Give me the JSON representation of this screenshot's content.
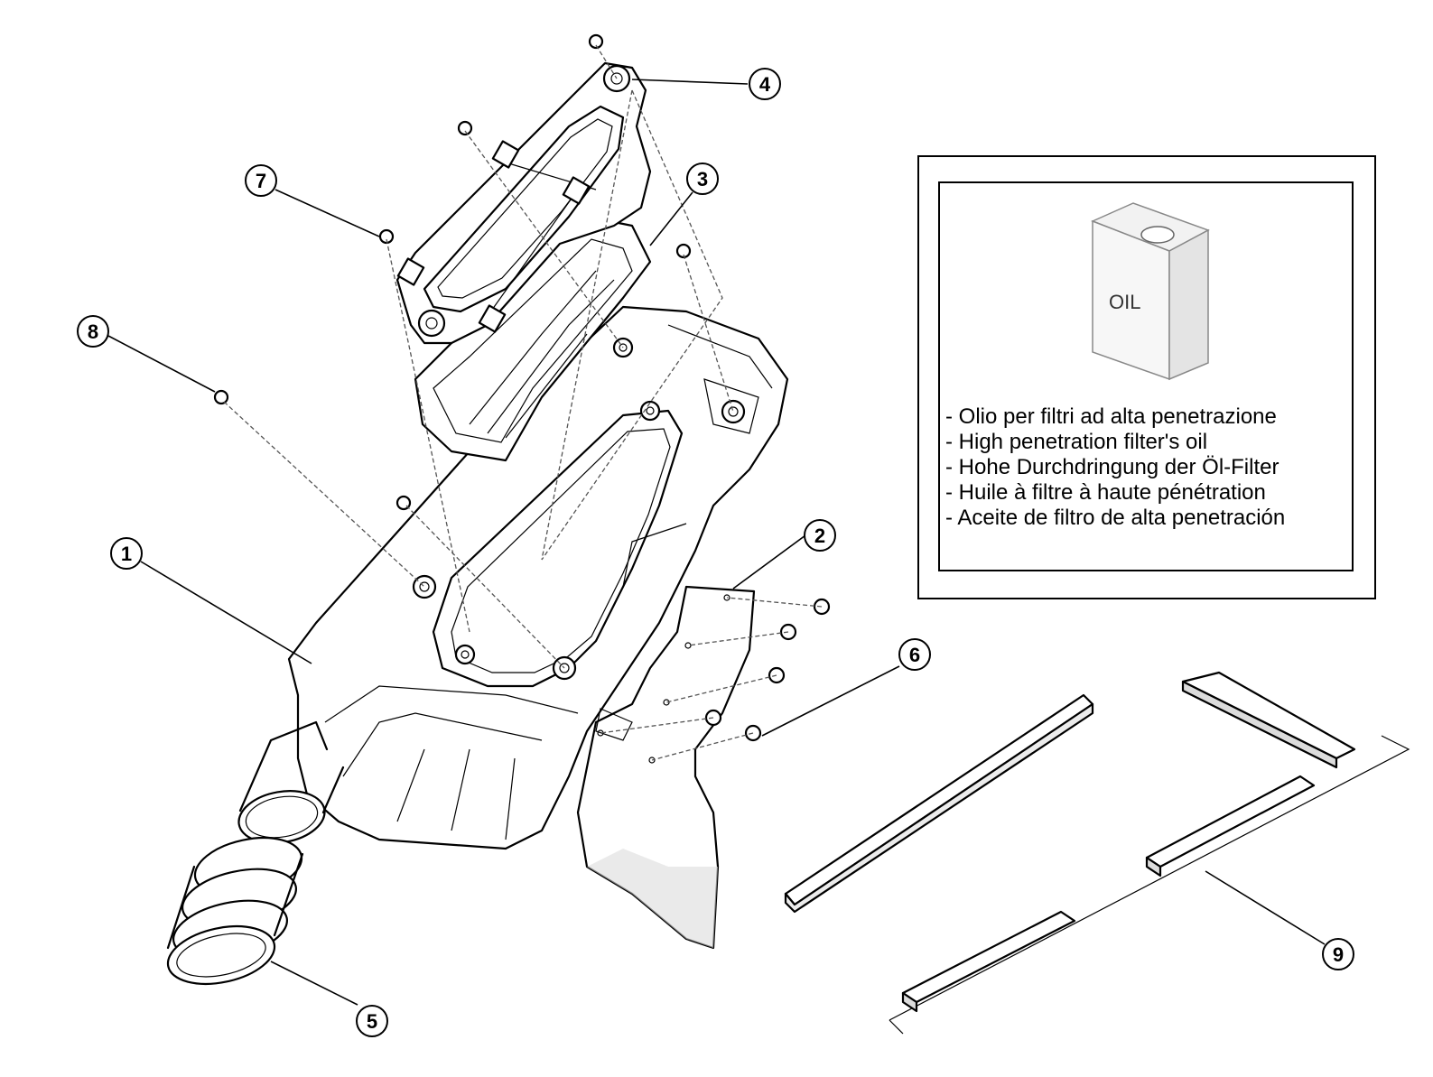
{
  "callouts": [
    "1",
    "2",
    "3",
    "4",
    "5",
    "6",
    "7",
    "8",
    "9"
  ],
  "oil_note": {
    "can_label": "OIL",
    "lines": [
      "- Olio per filtri ad alta penetrazione",
      "- High penetration filter's oil",
      "- Hohe Durchdringung der Öl-Filter",
      "- Huile à filtre à haute pénétration",
      "- Aceite de filtro de alta penetración"
    ]
  }
}
